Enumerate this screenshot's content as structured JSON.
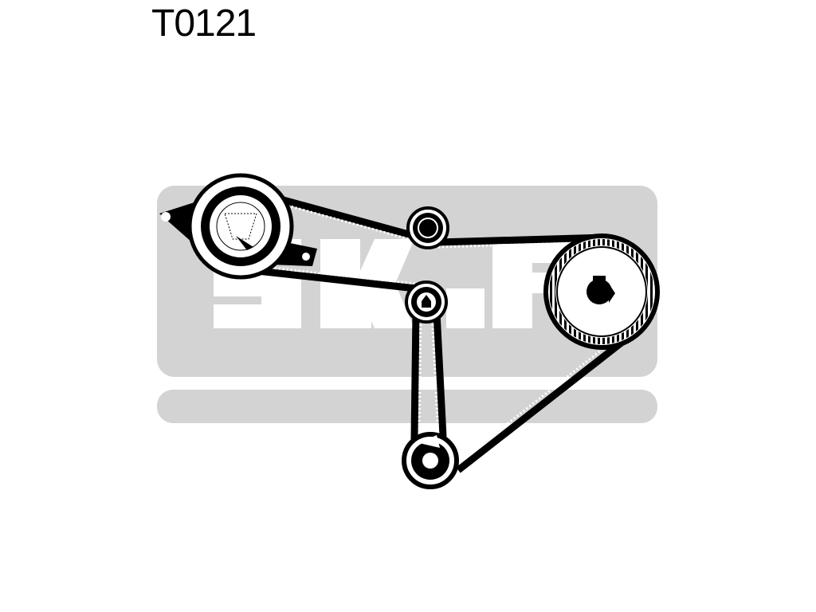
{
  "part_number": "T0121",
  "logo": {
    "brand": "SKF",
    "color": "#d3d3d3"
  },
  "diagram": {
    "belt_color": "#000000",
    "component_count": 5
  }
}
